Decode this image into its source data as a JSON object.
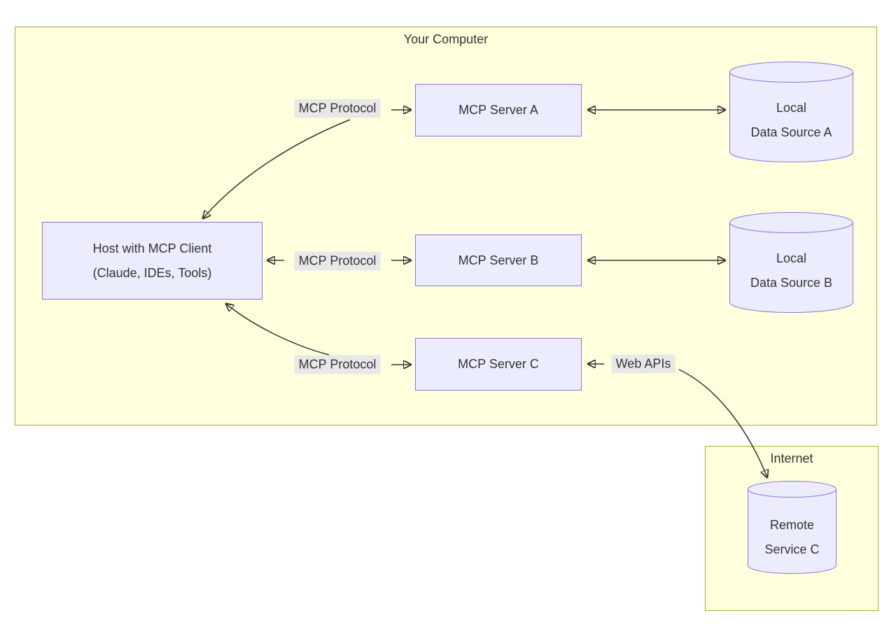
{
  "diagram": {
    "type": "flowchart",
    "clusters": [
      {
        "id": "your-computer",
        "title": "Your Computer"
      },
      {
        "id": "internet",
        "title": "Internet"
      }
    ],
    "nodes": [
      {
        "id": "host",
        "shape": "rect",
        "lines": [
          "Host with MCP Client",
          "(Claude, IDEs, Tools)"
        ]
      },
      {
        "id": "server-a",
        "shape": "rect",
        "lines": [
          "MCP Server A"
        ]
      },
      {
        "id": "server-b",
        "shape": "rect",
        "lines": [
          "MCP Server B"
        ]
      },
      {
        "id": "server-c",
        "shape": "rect",
        "lines": [
          "MCP Server C"
        ]
      },
      {
        "id": "data-a",
        "shape": "cylinder",
        "lines": [
          "Local",
          "Data Source A"
        ]
      },
      {
        "id": "data-b",
        "shape": "cylinder",
        "lines": [
          "Local",
          "Data Source B"
        ]
      },
      {
        "id": "remote-c",
        "shape": "cylinder",
        "lines": [
          "Remote",
          "Service C"
        ]
      }
    ],
    "edges": [
      {
        "from": "host",
        "to": "server-a",
        "label": "MCP Protocol",
        "direction": "bidirectional"
      },
      {
        "from": "host",
        "to": "server-b",
        "label": "MCP Protocol",
        "direction": "bidirectional"
      },
      {
        "from": "host",
        "to": "server-c",
        "label": "MCP Protocol",
        "direction": "bidirectional"
      },
      {
        "from": "server-a",
        "to": "data-a",
        "label": "",
        "direction": "bidirectional"
      },
      {
        "from": "server-b",
        "to": "data-b",
        "label": "",
        "direction": "bidirectional"
      },
      {
        "from": "server-c",
        "to": "remote-c",
        "label": "Web APIs",
        "direction": "bidirectional"
      }
    ],
    "colors": {
      "canvas_background": "#ffffff",
      "cluster_fill": "#ffffde",
      "cluster_border": "#aaaa33",
      "node_fill": "#ECECFF",
      "node_border": "#9370DB",
      "edge_label_background": "#e8e8e8",
      "edge_stroke": "#333333",
      "text": "#333333"
    }
  }
}
